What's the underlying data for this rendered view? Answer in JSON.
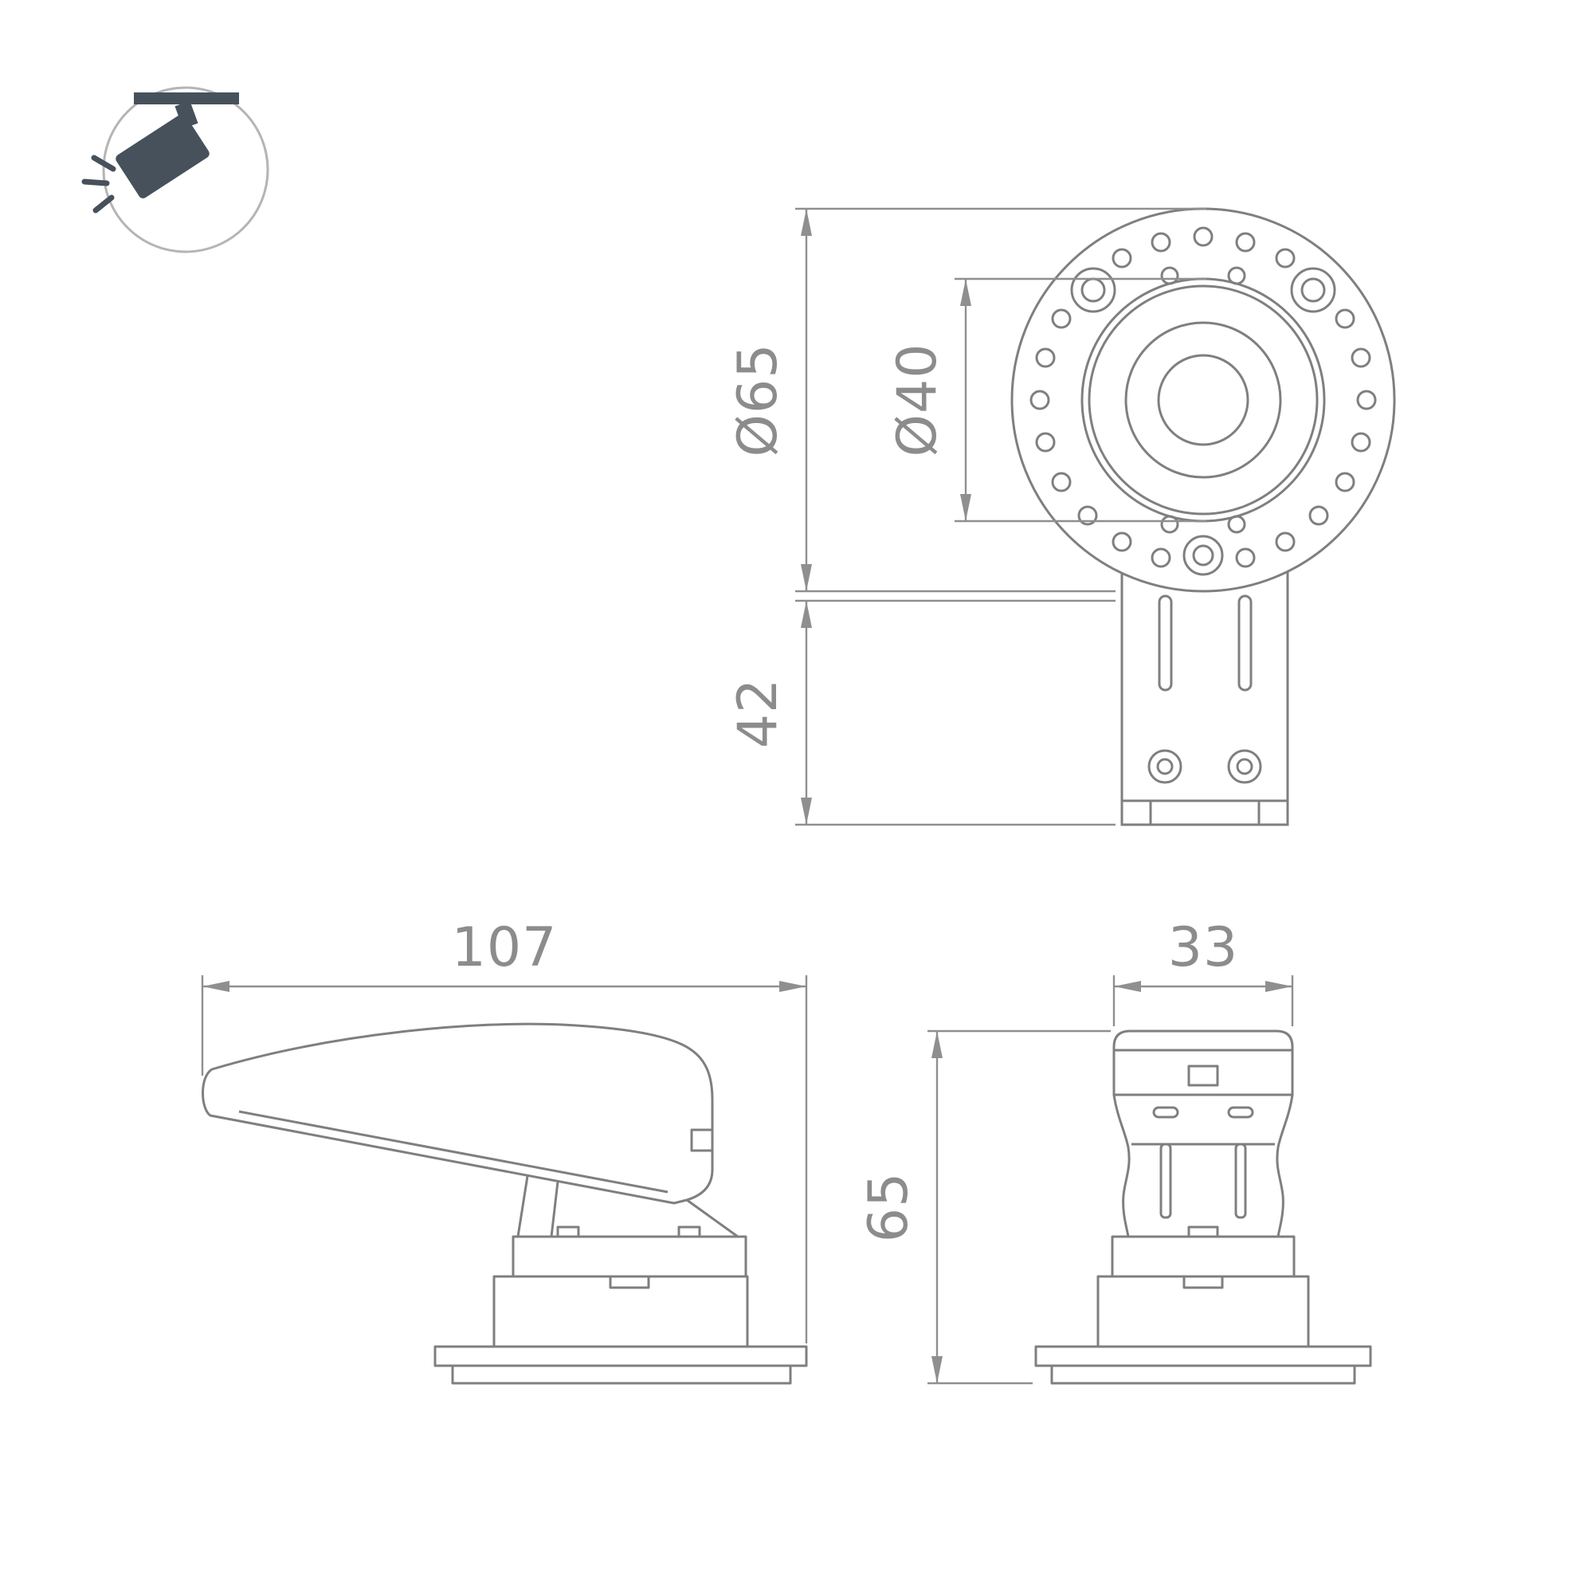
{
  "background": "#ffffff",
  "colors": {
    "object_line": "#7f7f7f",
    "dimension_line": "#8f8f8f",
    "label_text": "#8c8c8c",
    "icon": "#47515c",
    "icon_ring": "#b5b5b5"
  },
  "icon": {
    "name": "recessed-adjustable-spotlight-pictogram"
  },
  "dimensions": {
    "top_view": {
      "outer_diameter": "Ø65",
      "cutout_diameter": "Ø40",
      "bracket_depth": "42"
    },
    "side_view": {
      "overall_length": "107"
    },
    "front_view": {
      "body_width": "33",
      "overall_height": "65"
    }
  }
}
